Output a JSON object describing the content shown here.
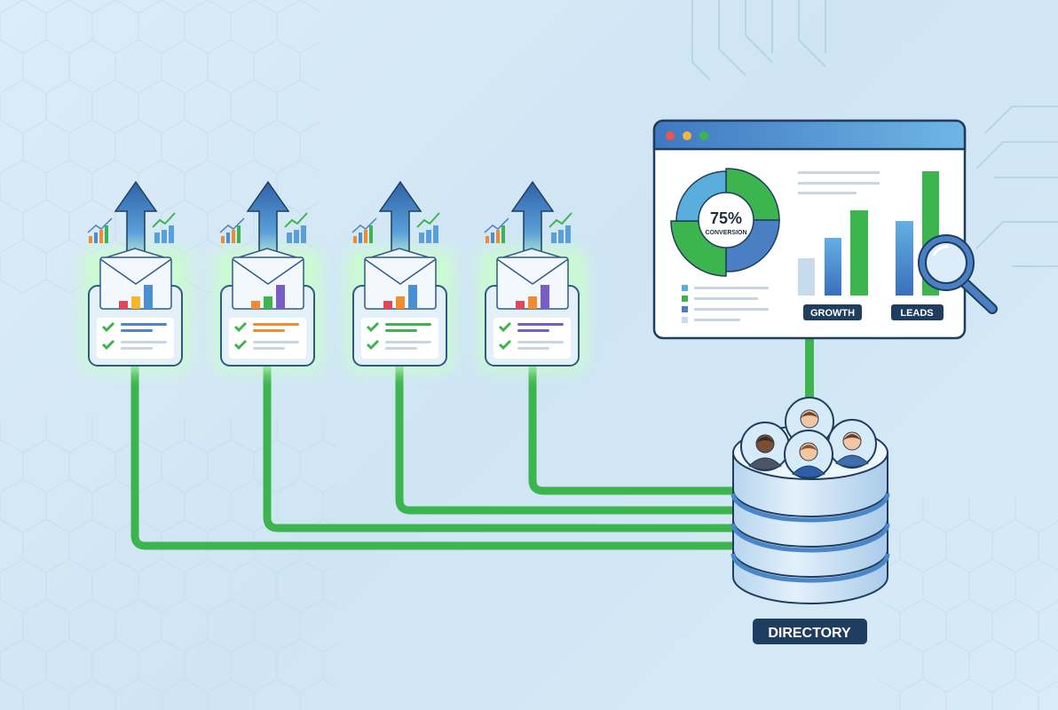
{
  "dashboard": {
    "donut_value": "75%",
    "donut_label": "CONVERSION",
    "growth_label": "GROWTH",
    "leads_label": "LEADS"
  },
  "directory": {
    "label": "DIRECTORY"
  },
  "colors": {
    "background": "#d4e8f5",
    "connector_green": "#3db54e",
    "navy": "#1f3d5e",
    "blue": "#4a86c8",
    "light_blue": "#6bb3e0"
  },
  "email_cards": [
    {
      "bars": [
        "#e0475a",
        "#f5b52e",
        "#4a8fd0"
      ],
      "accent": "#4a86c8"
    },
    {
      "bars": [
        "#f28a30",
        "#3db54e",
        "#7a5cc8"
      ],
      "accent": "#f28a30"
    },
    {
      "bars": [
        "#e0475a",
        "#f28a30",
        "#4a8fd0"
      ],
      "accent": "#3db54e"
    },
    {
      "bars": [
        "#e0475a",
        "#f28a30",
        "#7a5cc8"
      ],
      "accent": "#7a5cc8"
    }
  ],
  "icons": [
    "hexagon-pattern",
    "circuit-lines",
    "upload-arrow-icon",
    "trend-chart-icon",
    "email-envelope-icon",
    "checkmark-icon",
    "magnifier-icon",
    "database-icon",
    "avatar"
  ]
}
